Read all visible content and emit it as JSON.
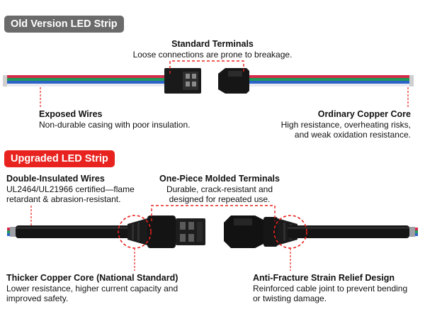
{
  "old": {
    "badge": "Old Version LED Strip",
    "terminals": {
      "title": "Standard Terminals",
      "desc": "Loose connections are prone to breakage."
    },
    "wires": {
      "title": "Exposed Wires",
      "desc": "Non-durable casing with poor insulation."
    },
    "core": {
      "title": "Ordinary Copper Core",
      "desc1": "High resistance, overheating risks,",
      "desc2": "and weak oxidation resistance."
    }
  },
  "new": {
    "badge": "Upgraded LED Strip",
    "wires": {
      "title": "Double-Insulated Wires",
      "desc1": "UL2464/UL21966 certified—flame",
      "desc2": "retardant & abrasion-resistant."
    },
    "terminals": {
      "title": "One-Piece Molded Terminals",
      "desc1": "Durable, crack-resistant and",
      "desc2": "designed for repeated use."
    },
    "core": {
      "title": "Thicker Copper Core (National Standard)",
      "desc1": "Lower resistance, higher current capacity and",
      "desc2": "improved safety."
    },
    "strain": {
      "title": "Anti-Fracture Strain Relief Design",
      "desc1": "Reinforced cable joint to prevent bending",
      "desc2": "or twisting damage."
    }
  },
  "colors": {
    "accent": "#e8231f",
    "badge_gray": "#6b6b6b",
    "wire_red": "#d62a4a",
    "wire_green": "#1e9a5a",
    "wire_blue": "#2b63c9",
    "wire_white": "#e8eaf0",
    "cable_black": "#151515"
  }
}
